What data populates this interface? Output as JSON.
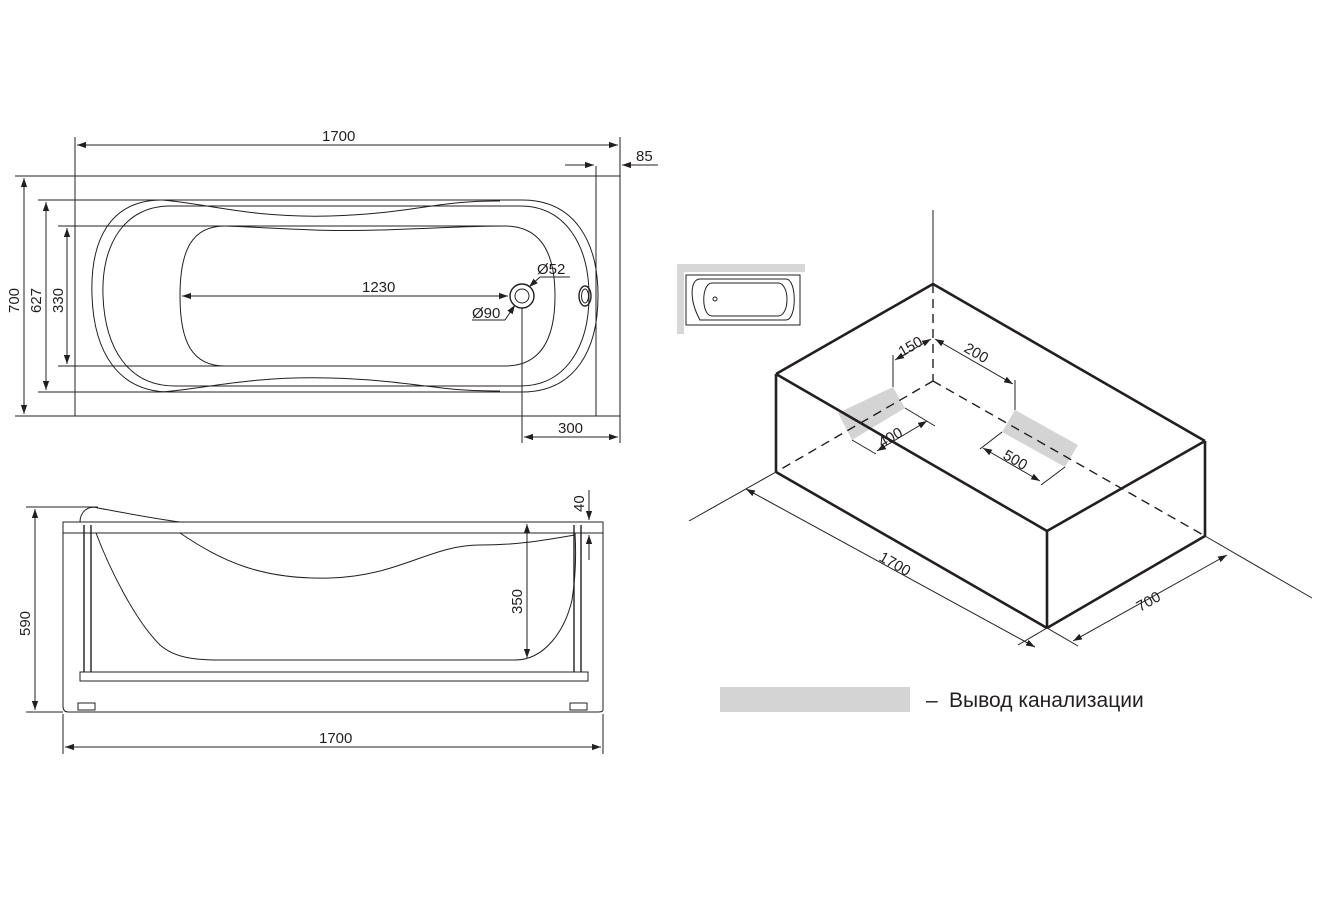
{
  "top_view": {
    "overall_length": "1700",
    "offset_right": "85",
    "overall_width": "700",
    "rim_width": "627",
    "bottom_width": "330",
    "bottom_length": "1230",
    "drain_outer": "Ø52",
    "drain_inner": "Ø90",
    "drain_offset": "300"
  },
  "side_view": {
    "height": "590",
    "rim_thickness": "40",
    "depth": "350",
    "length": "1700"
  },
  "iso_view": {
    "length": "1700",
    "width": "700",
    "drain_from_wall": "150",
    "overflow_from_wall": "200",
    "drain_zone": "400",
    "overflow_zone": "500"
  },
  "legend": {
    "dash": "–",
    "label": "Вывод канализации",
    "swatch_color": "#d4d4d4"
  }
}
